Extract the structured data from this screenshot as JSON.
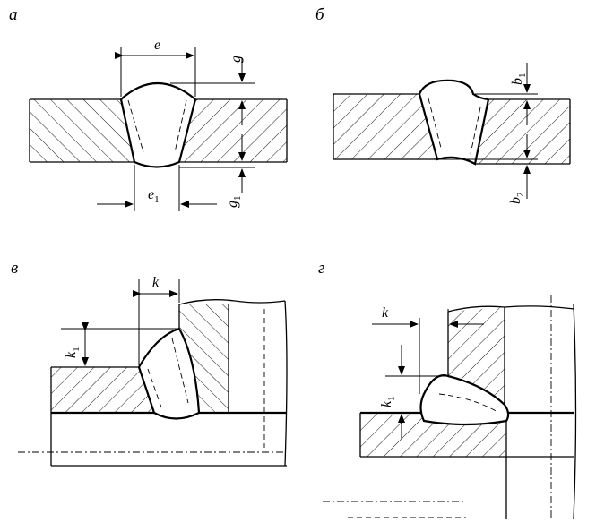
{
  "panels": {
    "a": {
      "label": "а",
      "dims": {
        "e": "e",
        "g": "g",
        "e1": "e",
        "e1_sub": "1",
        "g1": "g",
        "g1_sub": "1"
      }
    },
    "b": {
      "label": "б",
      "dims": {
        "b1": "b",
        "b1_sub": "1",
        "b2": "b",
        "b2_sub": "2"
      }
    },
    "v": {
      "label": "в",
      "dims": {
        "k": "k",
        "k1": "k",
        "k1_sub": "1"
      }
    },
    "g": {
      "label": "г",
      "dims": {
        "k": "k",
        "k1": "k",
        "k1_sub": "1"
      }
    }
  }
}
